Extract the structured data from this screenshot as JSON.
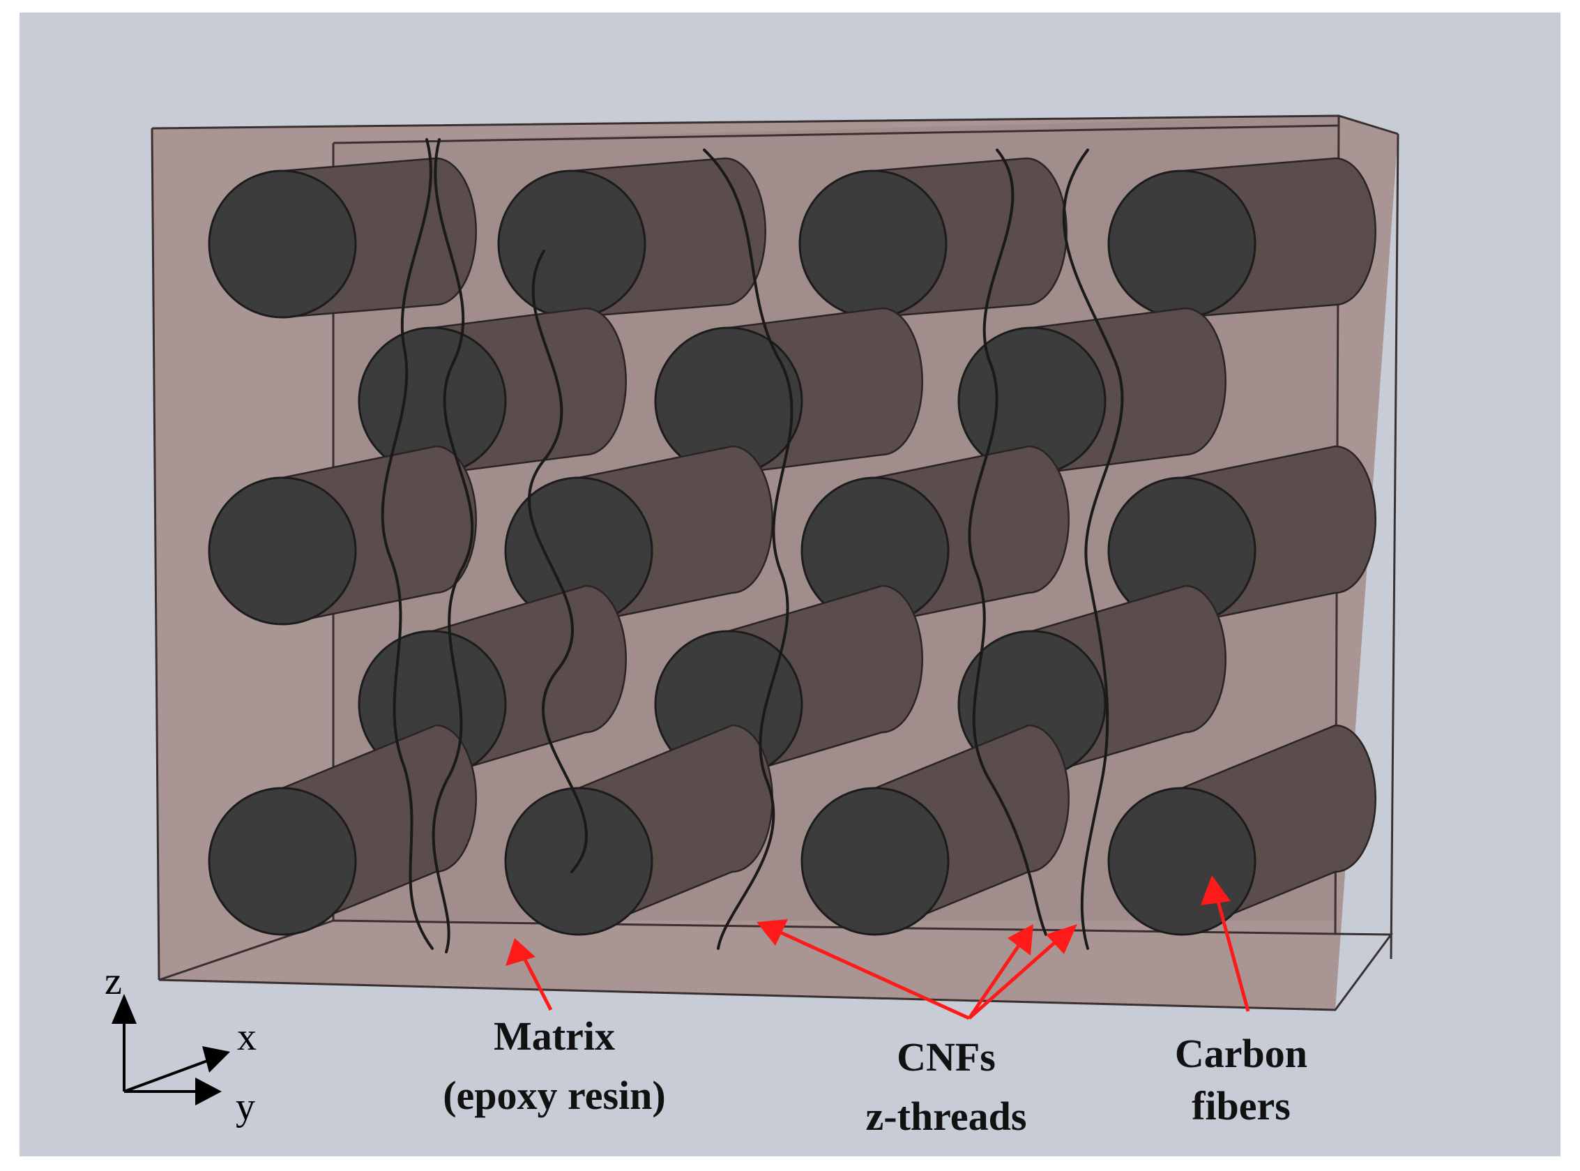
{
  "diagram": {
    "colors": {
      "background": "#c7ccd6",
      "matrix": "#a99594",
      "fiber_face": "#3c3c3c",
      "fiber_body": "#5a4d4b",
      "arrow": "#ff1a1a"
    },
    "labels": {
      "matrix_line1": "Matrix",
      "matrix_line2": "(epoxy resin)",
      "cnf_line1": "CNFs",
      "cnf_line2": "z-threads",
      "carbon_line1": "Carbon",
      "carbon_line2": "fibers"
    },
    "axes": {
      "z": "z",
      "x": "x",
      "y": "y"
    },
    "fiber_count": 18,
    "thread_count": 6
  }
}
